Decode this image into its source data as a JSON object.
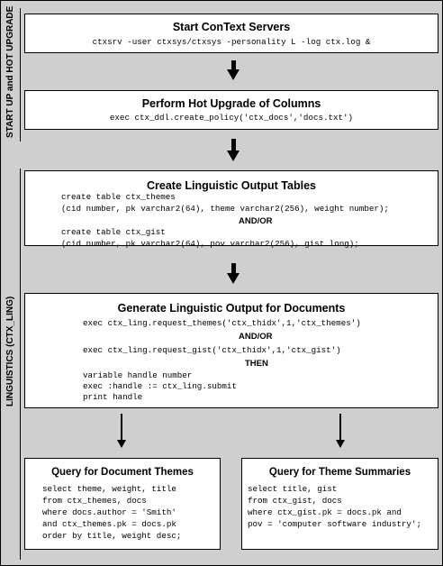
{
  "sections": {
    "startup": "START UP and HOT UPGRADE",
    "linguistics": "LINGUISTICS (CTX_LING)"
  },
  "boxes": [
    {
      "title": "Start ConText Servers",
      "code": [
        "ctxsrv -user ctxsys/ctxsys -personality L -log ctx.log &"
      ]
    },
    {
      "title": "Perform Hot Upgrade of Columns",
      "code": [
        "exec ctx_ddl.create_policy('ctx_docs','docs.txt')"
      ]
    },
    {
      "title": "Create Linguistic Output Tables",
      "code": [
        "create table ctx_themes",
        "(cid number, pk varchar2(64), theme varchar2(256), weight number);",
        "create table ctx_gist",
        "(cid number, pk varchar2(64), pov varchar2(256), gist long);"
      ],
      "separator": "AND/OR"
    },
    {
      "title": "Generate Linguistic Output for Documents",
      "code": [
        "exec ctx_ling.request_themes('ctx_thidx',1,'ctx_themes')",
        "exec ctx_ling.request_gist('ctx_thidx',1,'ctx_gist')",
        "variable handle number",
        "exec :handle := ctx_ling.submit",
        "print handle"
      ],
      "separator_1": "AND/OR",
      "separator_2": "THEN"
    },
    {
      "title": "Query for Document Themes",
      "code": [
        "select theme, weight, title",
        "from ctx_themes, docs",
        "where docs.author = 'Smith'",
        "and ctx_themes.pk = docs.pk",
        "order by title, weight desc;"
      ]
    },
    {
      "title": "Query for Theme Summaries",
      "code": [
        "select title, gist",
        "from ctx_gist, docs",
        "where ctx_gist.pk = docs.pk and",
        "pov = 'computer software industry';"
      ]
    }
  ]
}
